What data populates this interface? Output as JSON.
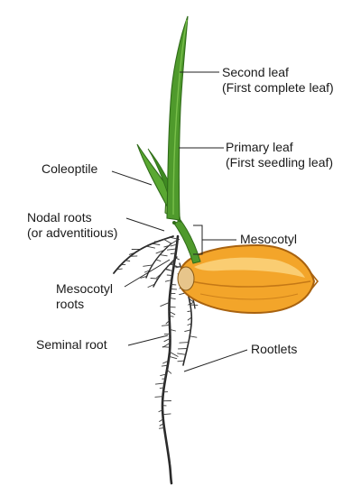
{
  "labels": {
    "second_leaf": [
      "Second leaf",
      "(First complete leaf)"
    ],
    "primary_leaf": [
      "Primary leaf",
      "(First seedling leaf)"
    ],
    "coleoptile": "Coleoptile",
    "nodal_roots": [
      "Nodal roots",
      "(or adventitious)"
    ],
    "mesocotyl": "Mesocotyl",
    "mesocotyl_roots": [
      "Mesocotyl",
      "roots"
    ],
    "seminal_root": "Seminal root",
    "rootlets": "Rootlets"
  },
  "colors": {
    "leaf_green": "#4f9a2c",
    "leaf_dark": "#2f6b18",
    "seed_orange": "#f3a52a",
    "seed_light": "#fbd27a",
    "seed_edge": "#a8620f",
    "root": "#2a2a2a",
    "leader_line": "#222222"
  }
}
